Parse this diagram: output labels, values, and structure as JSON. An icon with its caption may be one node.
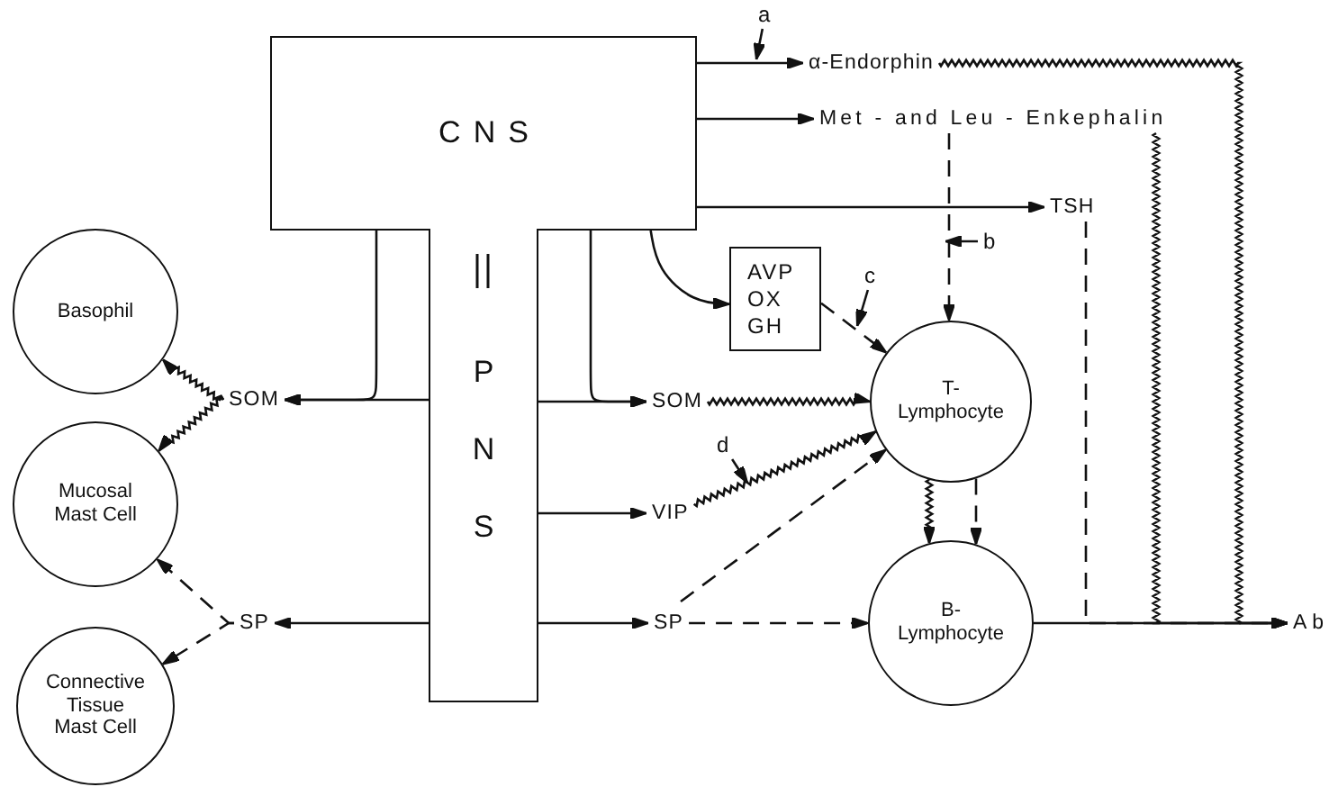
{
  "diagram": {
    "nodes": [
      {
        "text": [
          "CNS"
        ]
      },
      {
        "text": [
          "PNS"
        ]
      },
      {
        "text": [
          "α-Endorphin"
        ]
      },
      {
        "text": [
          "Met - and Leu - Enkephalin"
        ]
      },
      {
        "text": [
          "TSH"
        ]
      },
      {
        "text": [
          "AVP OX GH"
        ]
      },
      {
        "text": [
          "SOM"
        ]
      },
      {
        "text": [
          "VIP"
        ]
      },
      {
        "text": [
          "SP"
        ]
      },
      {
        "text": [
          "T- Lymphocyte"
        ]
      },
      {
        "text": [
          "B- Lymphocyte"
        ]
      },
      {
        "text": [
          "Ab"
        ]
      },
      {
        "text": [
          "SOM"
        ]
      },
      {
        "text": [
          "SP"
        ]
      },
      {
        "text": [
          "Basophil"
        ]
      },
      {
        "text": [
          "Mucosal Mast Cell"
        ]
      },
      {
        "text": [
          "Connective Tissue Mast Cell"
        ]
      },
      {
        "text": [
          "a"
        ]
      },
      {
        "text": [
          "b"
        ]
      },
      {
        "text": [
          "c"
        ]
      },
      {
        "text": [
          "d"
        ]
      }
    ],
    "edges": [
      {
        "from": 0,
        "to": 2,
        "arrow": "to"
      },
      {
        "from": 0,
        "to": 3,
        "arrow": "to"
      },
      {
        "from": 0,
        "to": 4,
        "arrow": "to"
      },
      {
        "from": 0,
        "to": 5,
        "arrow": "to"
      },
      {
        "from": 0,
        "to": 6,
        "arrow": "to"
      },
      {
        "from": 1,
        "to": 6,
        "arrow": "to"
      },
      {
        "from": 1,
        "to": 7,
        "arrow": "to"
      },
      {
        "from": 1,
        "to": 8,
        "arrow": "to"
      },
      {
        "from": 0,
        "to": 12,
        "arrow": "to"
      },
      {
        "from": 1,
        "to": 12,
        "arrow": "to"
      },
      {
        "from": 1,
        "to": 13,
        "arrow": "to"
      },
      {
        "from": 12,
        "to": 14,
        "arrow": "to"
      },
      {
        "from": 12,
        "to": 15,
        "arrow": "to"
      },
      {
        "from": 13,
        "to": 15,
        "arrow": "to",
        "style": "dashed"
      },
      {
        "from": 13,
        "to": 16,
        "arrow": "to",
        "style": "dashed"
      },
      {
        "from": 5,
        "to": 9,
        "arrow": "to",
        "style": "dashed"
      },
      {
        "from": 6,
        "to": 9,
        "arrow": "to"
      },
      {
        "from": 7,
        "to": 9,
        "arrow": "to"
      },
      {
        "from": 8,
        "to": 9,
        "arrow": "to",
        "style": "dashed"
      },
      {
        "from": 8,
        "to": 10,
        "arrow": "to",
        "style": "dashed"
      },
      {
        "from": 3,
        "to": 9,
        "arrow": "to",
        "style": "dashed"
      },
      {
        "from": 9,
        "to": 10,
        "arrow": "to"
      },
      {
        "from": 9,
        "to": 10,
        "arrow": "to",
        "style": "dashed"
      },
      {
        "from": 10,
        "to": 11,
        "arrow": "to"
      },
      {
        "from": 4,
        "to": 11,
        "arrow": "to",
        "style": "dashed"
      },
      {
        "from": 3,
        "to": 11,
        "arrow": "to"
      },
      {
        "from": 2,
        "to": 11,
        "arrow": "to"
      },
      {
        "from": 17,
        "to": null,
        "arrow": "to"
      },
      {
        "from": 18,
        "to": null,
        "arrow": "to"
      },
      {
        "from": 19,
        "to": null,
        "arrow": "to"
      },
      {
        "from": 20,
        "to": null,
        "arrow": "to"
      }
    ]
  }
}
